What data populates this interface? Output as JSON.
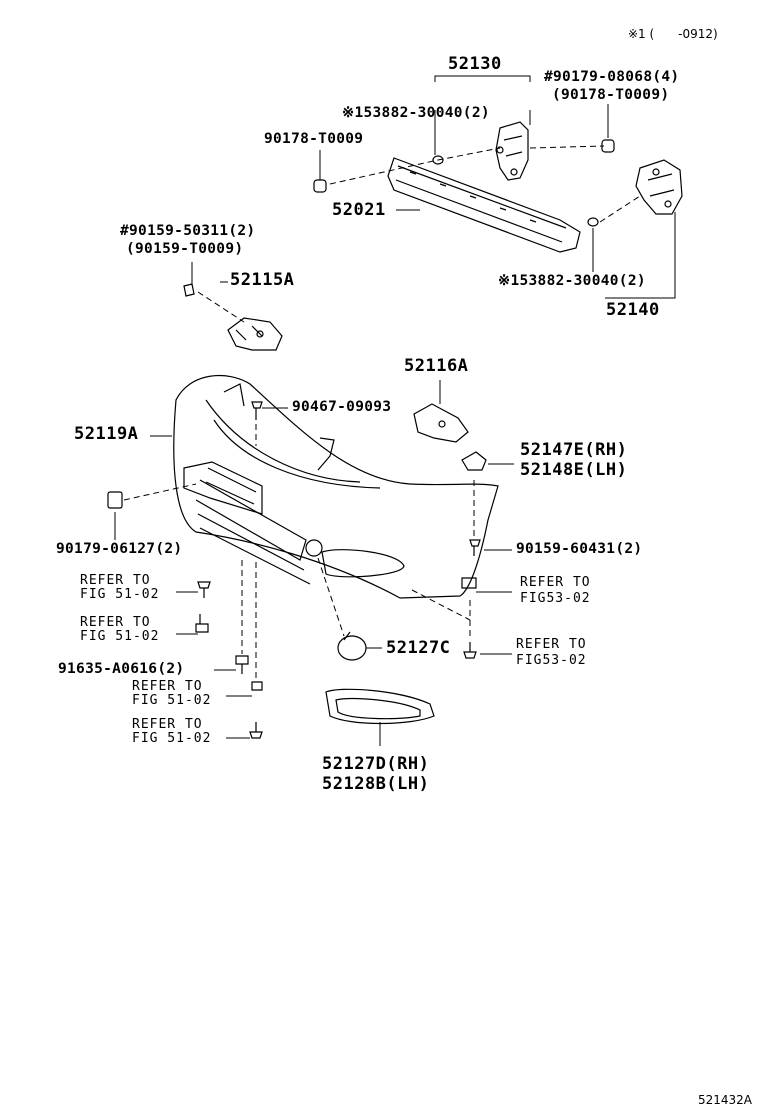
{
  "header": {
    "note": "※1 (　　-0912)"
  },
  "footer": {
    "figure_id": "521432A"
  },
  "labels": {
    "p52130": "52130",
    "p90179_08068": "#90179-08068(4)",
    "p90178_T0009_a": "(90178-T0009)",
    "p153882_top": "※153882-30040(2)",
    "p90178_T0009_b": "90178-T0009",
    "p52021": "52021",
    "p90159_50311": "#90159-50311(2)",
    "p90159_T0009": "(90159-T0009)",
    "p52115A": "52115A",
    "p153882_bot": "※153882-30040(2)",
    "p52140": "52140",
    "p52116A": "52116A",
    "p90467": "90467-09093",
    "p52119A": "52119A",
    "p52147E": "52147E(RH)",
    "p52148E": "52148E(LH)",
    "p90179_06127": "90179-06127(2)",
    "p90159_60431": "90159-60431(2)",
    "refer1_a": "REFER TO",
    "refer1_b": "FIG 51-02",
    "refer2_a": "REFER TO",
    "refer2_b": "FIG 51-02",
    "refer3_a": "REFER TO",
    "refer3_b": "FIG53-02",
    "p52127C": "52127C",
    "refer4_a": "REFER TO",
    "refer4_b": "FIG53-02",
    "p91635": "91635-A0616(2)",
    "refer5_a": "REFER TO",
    "refer5_b": "FIG 51-02",
    "refer6_a": "REFER TO",
    "refer6_b": "FIG 51-02",
    "p52127D": "52127D(RH)",
    "p52128B": "52128B(LH)"
  }
}
